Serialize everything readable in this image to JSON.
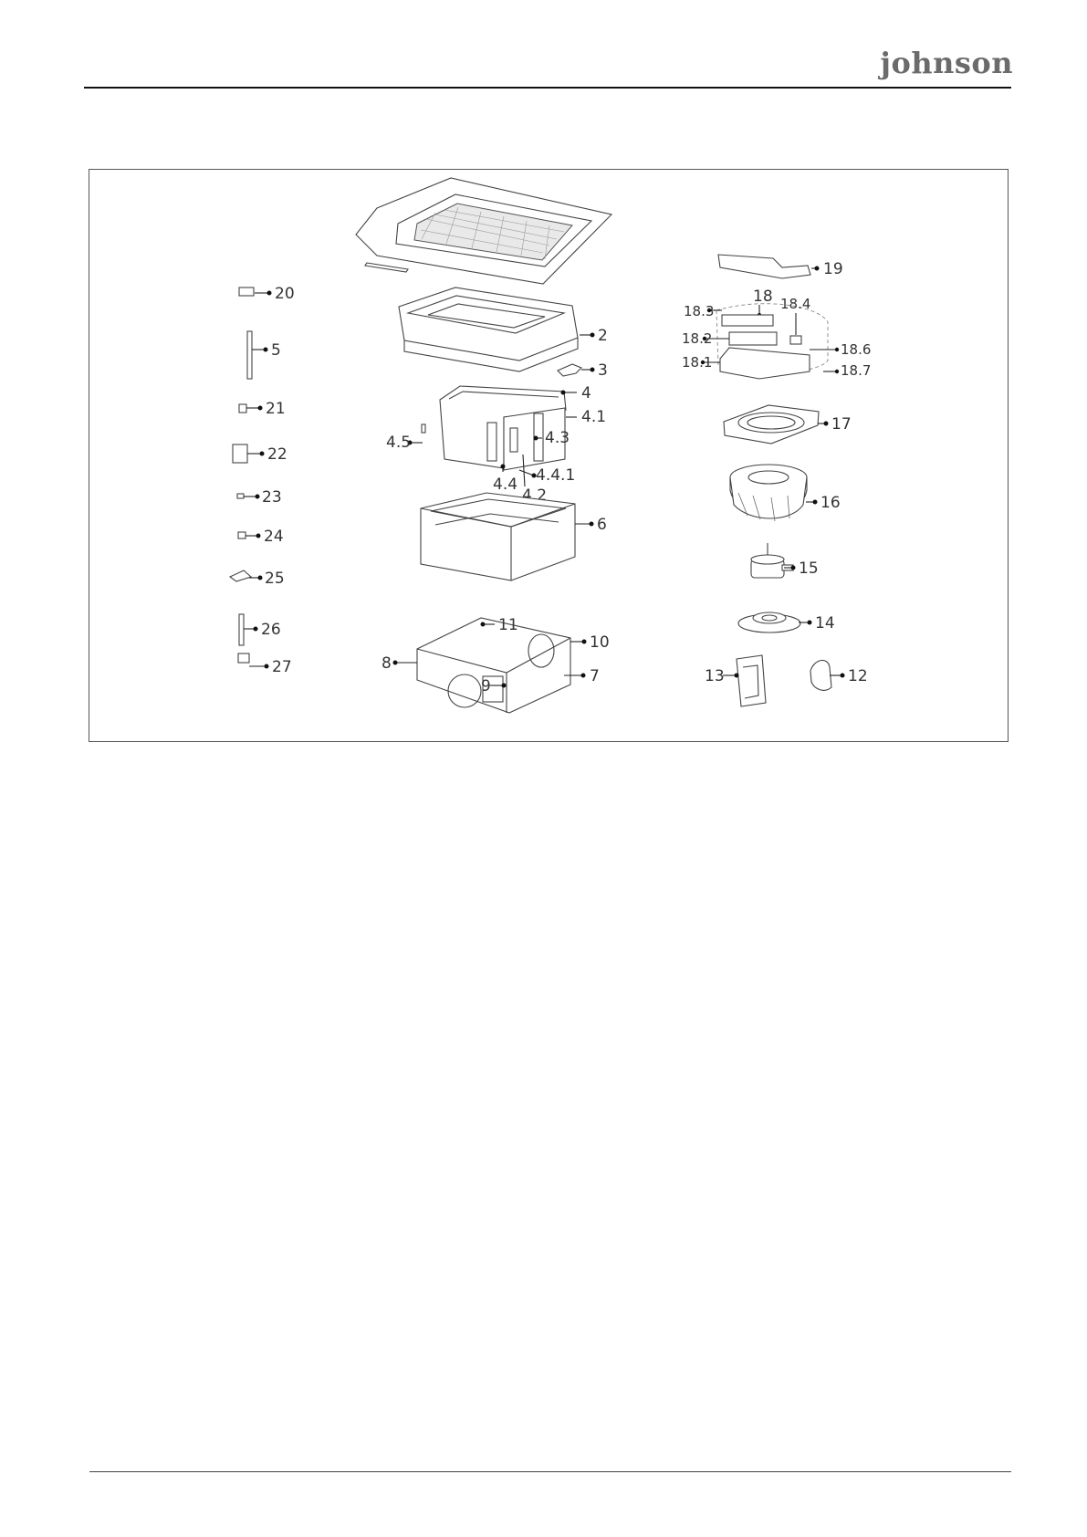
{
  "header": {
    "brand": "johnson"
  },
  "diagram": {
    "callouts": {
      "c2": "2",
      "c3": "3",
      "c4": "4",
      "c4_1": "4.1",
      "c4_2": "4.2",
      "c4_3": "4.3",
      "c4_4": "4.4",
      "c4_4_1": "4.4.1",
      "c4_5": "4.5",
      "c5": "5",
      "c6": "6",
      "c7": "7",
      "c8": "8",
      "c9": "9",
      "c10": "10",
      "c11": "11",
      "c12": "12",
      "c13": "13",
      "c14": "14",
      "c15": "15",
      "c16": "16",
      "c17": "17",
      "c18": "18",
      "c18_1": "18.1",
      "c18_2": "18.2",
      "c18_3": "18.3",
      "c18_4": "18.4",
      "c18_6": "18.6",
      "c18_7": "18.7",
      "c19": "19",
      "c20": "20",
      "c21": "21",
      "c22": "22",
      "c23": "23",
      "c24": "24",
      "c25": "25",
      "c26": "26",
      "c27": "27"
    }
  }
}
